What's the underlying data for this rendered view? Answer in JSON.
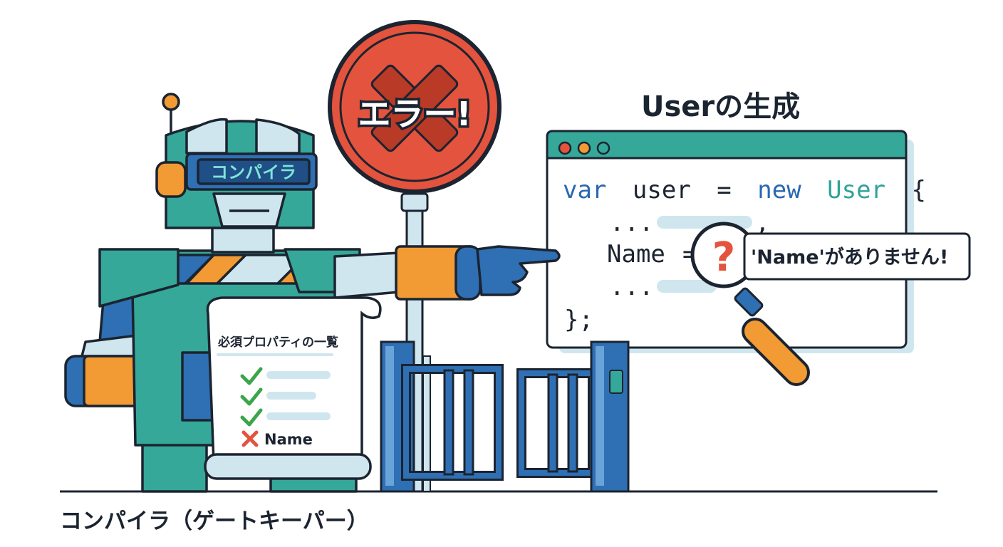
{
  "scene": {
    "title": "Userの生成",
    "caption": "コンパイラ（ゲートキーパー）"
  },
  "robot": {
    "visor_label": "コンパイラ"
  },
  "stop_sign": {
    "text": "エラー!"
  },
  "checklist": {
    "title": "必須プロパティの一覧",
    "checked_items": 3,
    "missing_item": "Name"
  },
  "code_window": {
    "code": {
      "kw_var": "var",
      "ident_user": "user",
      "eq": "=",
      "kw_new": "new",
      "type_user": "User",
      "brace_open": "{",
      "ellipsis_1": "...",
      "comma": ",",
      "name_prop": "Name",
      "name_eq": "=",
      "ellipsis_2": "...",
      "close": "};"
    }
  },
  "magnifier": {
    "symbol": "?"
  },
  "error_popup": {
    "text": "'Name'がありません!"
  },
  "colors": {
    "outline": "#1b2430",
    "teal": "#35a899",
    "blue": "#2f6fb3",
    "orange": "#f29a34",
    "red": "#e4533d",
    "light_blue": "#cfe6ef",
    "green": "#3aa54a",
    "keyword_blue": "#2a68b0",
    "type_teal": "#2fa39a"
  }
}
